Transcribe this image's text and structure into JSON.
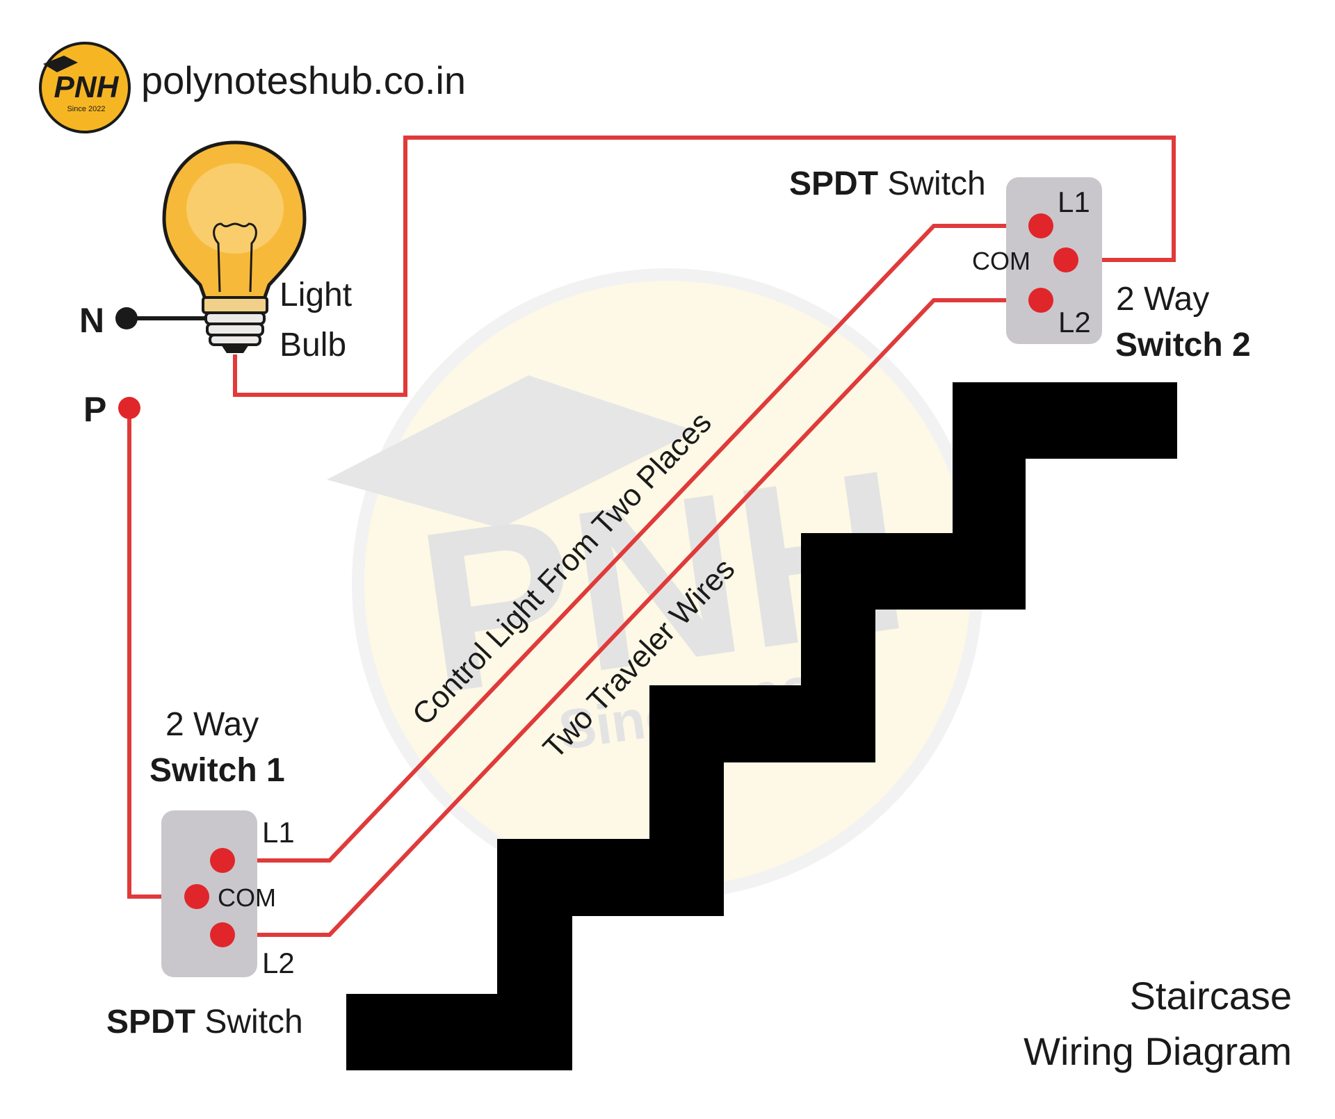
{
  "header": {
    "logo_text": "PNH",
    "logo_sub": "Since 2022",
    "site": "polynoteshub.co.in"
  },
  "watermark": {
    "text": "PNH",
    "sub": "Since 2022"
  },
  "bulb": {
    "label_line1": "Light",
    "label_line2": "Bulb"
  },
  "supply": {
    "neutral": "N",
    "phase": "P"
  },
  "switch1": {
    "title_line1": "2 Way",
    "title_line2": "Switch 1",
    "type_bold": "SPDT",
    "type_rest": " Switch",
    "l1": "L1",
    "com": "COM",
    "l2": "L2"
  },
  "switch2": {
    "title_line1": "2 Way",
    "title_line2": "Switch 2",
    "type_bold": "SPDT",
    "type_rest": " Switch",
    "l1": "L1",
    "com": "COM",
    "l2": "L2"
  },
  "annotations": {
    "wire1": "Control Light From Two Places",
    "wire2": "Two Traveler Wires"
  },
  "caption": {
    "line1": "Staircase",
    "line2": "Wiring Diagram"
  },
  "colors": {
    "wire": "#e03a3a",
    "terminal": "#e0262b",
    "switch_body": "#c9c7cc",
    "stairs": "#000000",
    "bulb_glass": "#f7b93a",
    "logo_bg": "#f6b623"
  }
}
